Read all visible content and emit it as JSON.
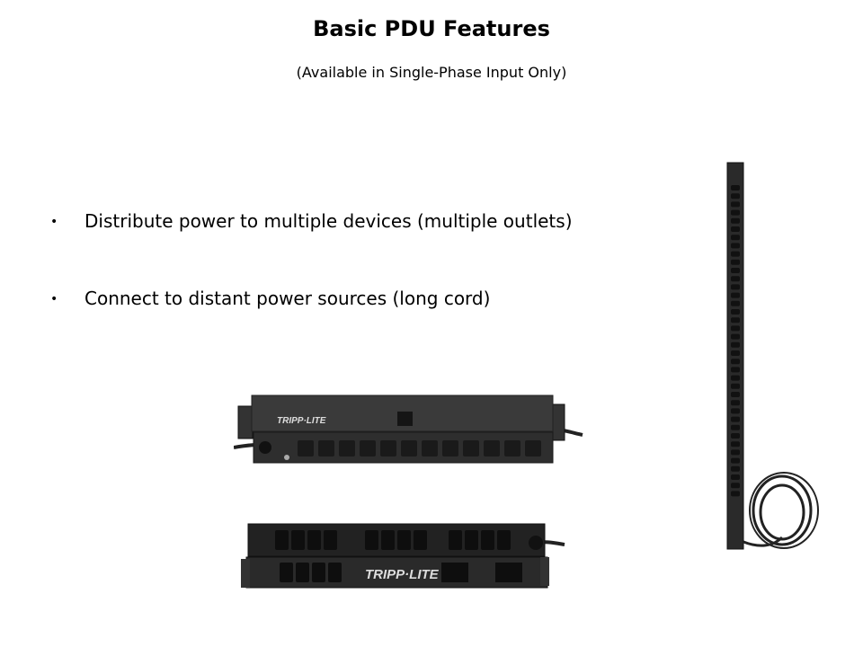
{
  "slide": {
    "title": "Basic PDU Features",
    "subtitle": "(Available in Single-Phase Input Only)",
    "bullets": [
      "Distribute power to multiple devices (multiple outlets)",
      "Connect to distant power sources (long cord)"
    ],
    "bullet_symbol": "•"
  },
  "images": {
    "brand_logo": "TRIPP·LITE"
  },
  "colors": {
    "device_body": "#2b2b2b",
    "outlet": "#151515"
  }
}
